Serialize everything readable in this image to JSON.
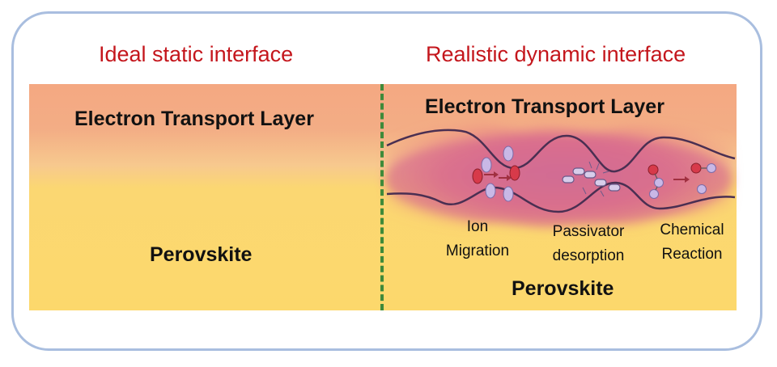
{
  "headings": {
    "left": "Ideal static interface",
    "right": "Realistic dynamic interface"
  },
  "left_panel": {
    "top_layer": "Electron Transport Layer",
    "bottom_layer": "Perovskite"
  },
  "right_panel": {
    "top_layer": "Electron Transport Layer",
    "bottom_layer": "Perovskite",
    "processes": [
      {
        "line1": "Ion",
        "line2": "Migration"
      },
      {
        "line1": "Passivator",
        "line2": "desorption"
      },
      {
        "line1": "Chemical",
        "line2": "Reaction"
      }
    ]
  },
  "colors": {
    "heading": "#c4161c",
    "frame": "#a9bedf",
    "divider": "#3f8a3a",
    "etl": "#f4a882",
    "perovskite": "#fcd86c",
    "disorder_zone": "#d9668c"
  }
}
